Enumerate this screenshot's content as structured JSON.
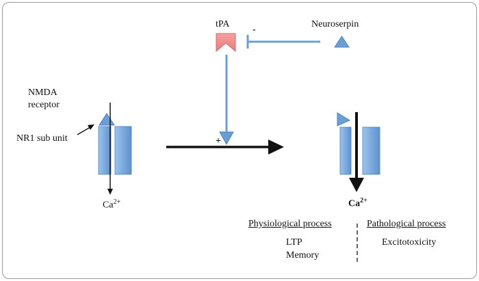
{
  "labels": {
    "tpa": "tPA",
    "minus": "-",
    "neuroserpin": "Neuroserpin",
    "nmda_line1": "NMDA",
    "nmda_line2": "receptor",
    "nr1": "NR1 sub unit",
    "plus": "+",
    "ca_left_base": "Ca",
    "ca_left_sup": "2+",
    "ca_right_base": "Ca",
    "ca_right_sup": "2+",
    "physiological": "Physiological process",
    "pathological": "Pathological process",
    "ltp": "LTP",
    "memory": "Memory",
    "excitotoxicity": "Excitotoxicity"
  },
  "colors": {
    "blue_fill": "#6a9fd6",
    "blue_stroke": "#4a7fc0",
    "tpa_fill": "#f08a8a",
    "arrow_black": "#111111",
    "frame": "#9a9a9a"
  }
}
